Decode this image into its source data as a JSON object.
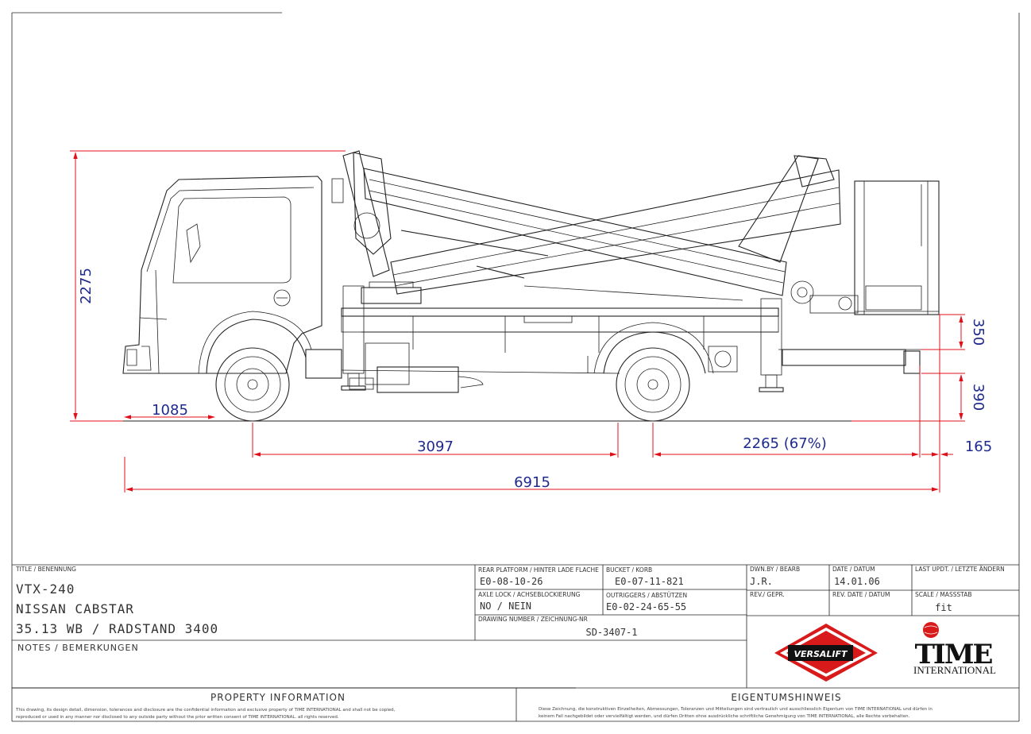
{
  "dimensions": {
    "height_total": "2275",
    "front_overhang": "1085",
    "wheelbase": "3097",
    "rear_overhang": "2265 (67%)",
    "rear_extra": "165",
    "overall_length": "6915",
    "platform_height": "350",
    "floor_height": "390"
  },
  "title_block": {
    "title_label": "TITLE / BENENNUNG",
    "title_lines": [
      "VTX-240",
      "NISSAN CABSTAR",
      "35.13  WB / RADSTAND  3400"
    ],
    "notes_label": "NOTES / BEMERKUNGEN",
    "rear_platform_label": "REAR PLATFORM / HINTER LADE FLACHE",
    "rear_platform_value": "E0-08-10-26",
    "bucket_label": "BUCKET / KORB",
    "bucket_value": "E0-07-11-821",
    "axle_lock_label": "AXLE LOCK / ACHSEBLOCKIERUNG",
    "axle_lock_value": "NO / NEIN",
    "outriggers_label": "OUTRIGGERS / ABSTÜTZEN",
    "outriggers_value": "E0-02-24-65-55",
    "drawing_number_label": "DRAWING NUMBER / ZEICHNUNG-NR",
    "drawing_number_value": "SD-3407-1",
    "drawn_by_label": "DWN.BY / BEARB",
    "drawn_by_value": "J.R.",
    "date_label": "DATE / DATUM",
    "date_value": "14.01.06",
    "last_update_label": "LAST UPDT. / LETZTE ÄNDERN",
    "rev_label": "REV./ GEPR.",
    "rev_date_label": "REV. DATE / DATUM",
    "scale_label": "SCALE / MASSSTAB",
    "scale_value": "fit",
    "property_header": "PROPERTY INFORMATION",
    "property_text_1": "This drawing, its design detail, dimension, tolerances and disclosure are the confidential information and exclusive property of TIME INTERNATIONAL and shall not be copied,",
    "property_text_2": "reproduced or used in any manner nor disclosed to any outside party without the prior written consent of TIME INTERNATIONAL. all rights reserved.",
    "eigentum_header": "EIGENTUMSHINWEIS",
    "eigentum_text_1": "Diese Zeichnung, die konstruktiven Einzelheiten, Abmessungen, Toleranzen und Mitteilungen sind vertraulich und ausschliesslich Eigentum von TIME INTERNATIONAL und dürfen in",
    "eigentum_text_2": "keinem Fall nachgebildet oder vervielfältigt werden, und dürfen Dritten ohne ausdrückliche schriftliche Genehmigung von TIME INTERNATIONAL, alle Rechte vorbehalten."
  },
  "logos": {
    "versalift": "VERSALIFT",
    "time_word": "TIME",
    "time_sub": "INTERNATIONAL"
  },
  "colors": {
    "dimension_text": "#1f2a8f",
    "dimension_line": "#e0101a",
    "logo_red": "#d91a1a"
  }
}
